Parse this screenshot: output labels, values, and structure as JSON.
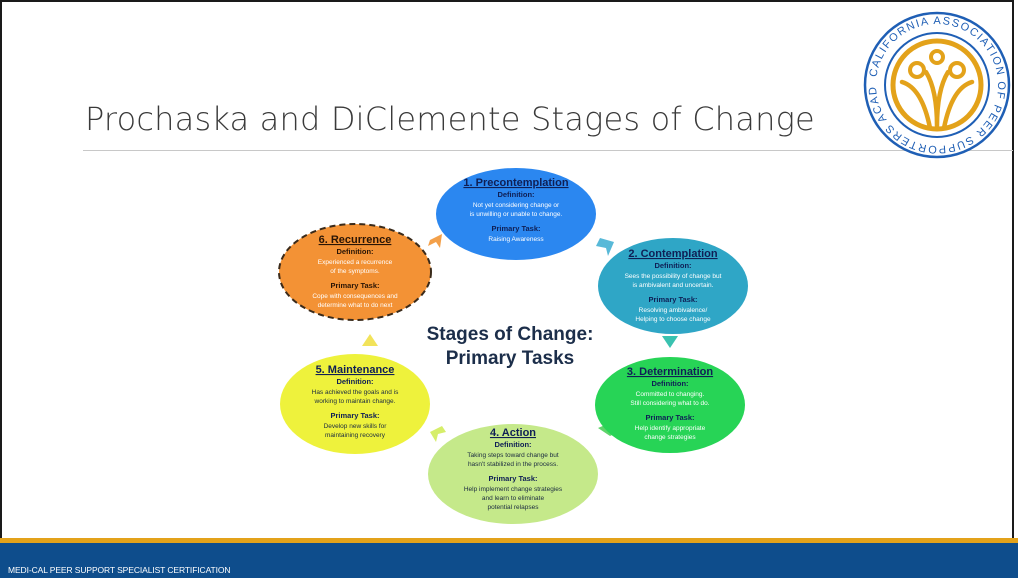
{
  "slide": {
    "title": "Prochaska and DiClemente Stages of Change",
    "footer": "MEDI-CAL PEER SUPPORT SPECIALIST CERTIFICATION"
  },
  "logo": {
    "text": "CALIFORNIA ASSOCIATION OF PEER SUPPORTERS ACADEMY"
  },
  "diagram": {
    "center_line1": "Stages of Change:",
    "center_line2": "Primary Tasks",
    "definition_label": "Definition:",
    "task_label": "Primary Task:",
    "stages": [
      {
        "title": "1. Precontemplation",
        "definition": [
          "Not yet considering change or",
          "is unwilling or unable to change."
        ],
        "task": [
          "Raising Awareness"
        ],
        "color": "#2b87f0"
      },
      {
        "title": "2. Contemplation",
        "definition": [
          "Sees the possibility of change but",
          "is ambivalent and uncertain."
        ],
        "task": [
          "Resolving ambivalence/",
          "Helping to choose change"
        ],
        "color": "#2fa6c6"
      },
      {
        "title": "3. Determination",
        "definition": [
          "Committed to changing.",
          "Still considering what to do."
        ],
        "task": [
          "Help identify appropriate",
          "change strategies"
        ],
        "color": "#27d456"
      },
      {
        "title": "4. Action",
        "definition": [
          "Taking steps toward change but",
          "hasn't stabilized in the process."
        ],
        "task": [
          "Help implement change strategies",
          "and learn to eliminate",
          "potential relapses"
        ],
        "color": "#c5e98a"
      },
      {
        "title": "5. Maintenance",
        "definition": [
          "Has achieved the goals and is",
          "working to maintain change."
        ],
        "task": [
          "Develop new skills for",
          "maintaining recovery"
        ],
        "color": "#eef23c"
      },
      {
        "title": "6. Recurrence",
        "definition": [
          "Experienced a recurrence",
          "of the symptoms."
        ],
        "task": [
          "Cope with consequences and",
          "determine what to do next"
        ],
        "color": "#f39235"
      }
    ]
  },
  "colors": {
    "footer_bar": "#0e4d8c",
    "accent_bar": "#e3a21a",
    "logo_ring": "#1f5fb5",
    "logo_mark": "#e3a21a"
  }
}
